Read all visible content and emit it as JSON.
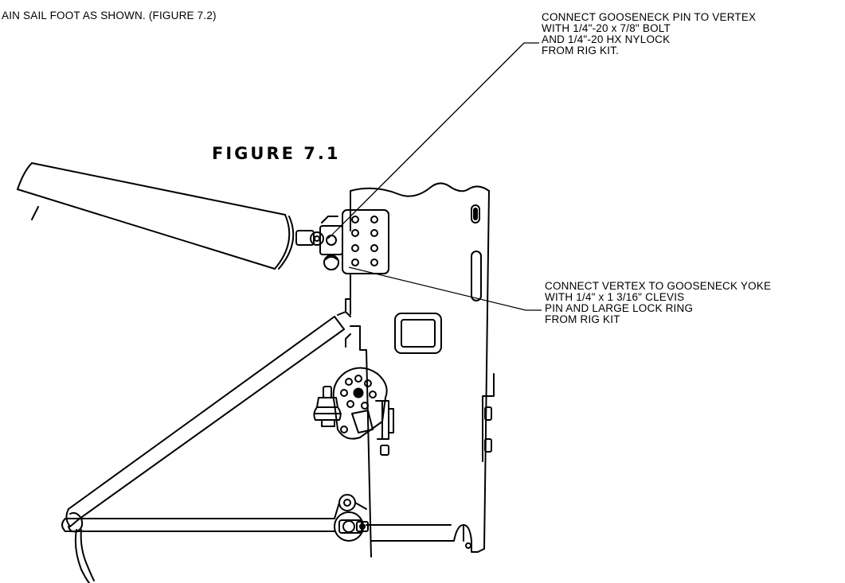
{
  "header_text": "AIN SAIL FOOT AS SHOWN.  (FIGURE 7.2)",
  "figure_title": "FIGURE 7.1",
  "callout_top": {
    "lines": [
      "CONNECT GOOSENECK PIN TO VERTEX",
      "WITH 1/4\"-20 x 7/8\" BOLT",
      "AND 1/4\"-20 HX NYLOCK",
      "FROM RIG KIT."
    ]
  },
  "callout_right": {
    "lines": [
      "CONNECT VERTEX TO GOOSENECK  YOKE",
      "WITH 1/4\" x 1 3/16\" CLEVIS",
      "PIN AND LARGE LOCK RING",
      "FROM RIG KIT"
    ]
  },
  "colors": {
    "ink": "#000000",
    "paper": "#ffffff"
  }
}
